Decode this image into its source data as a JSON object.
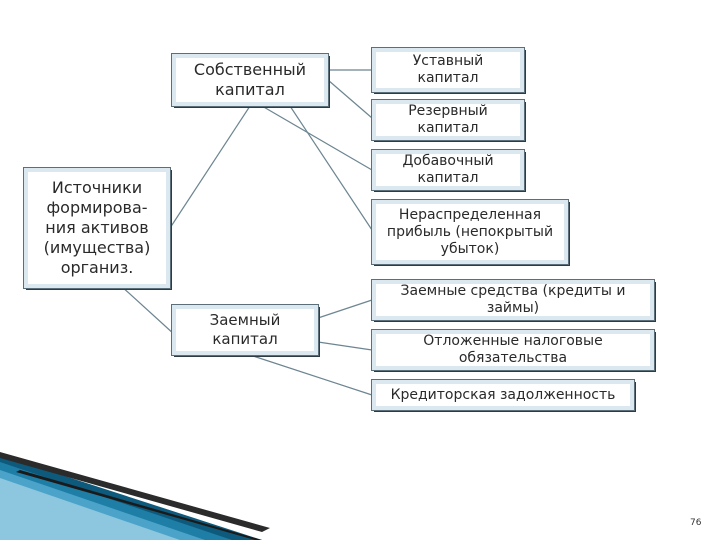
{
  "diagram": {
    "root": "Источники\nформирова-\nния активов\n(имущества)\nорганиз.",
    "own_capital": "Собственный\nкапитал",
    "borrowed_capital": "Заемный\nкапитал",
    "own_items": [
      "Уставный\nкапитал",
      "Резервный\nкапитал",
      "Добавочный\nкапитал",
      "Нераспределенная\nприбыль (непокрытый\nубыток)"
    ],
    "borrowed_items": [
      "Заемные средства (кредиты и\nзаймы)",
      "Отложенные налоговые\nобязательства",
      "Кредиторская задолженность"
    ]
  },
  "footer": {
    "page_number": "76"
  },
  "colors": {
    "line": "#6c8591",
    "box_border": "#dbe8ef",
    "decor_dark": "#0d5a7c",
    "decor_light": "#6fb7d6"
  }
}
